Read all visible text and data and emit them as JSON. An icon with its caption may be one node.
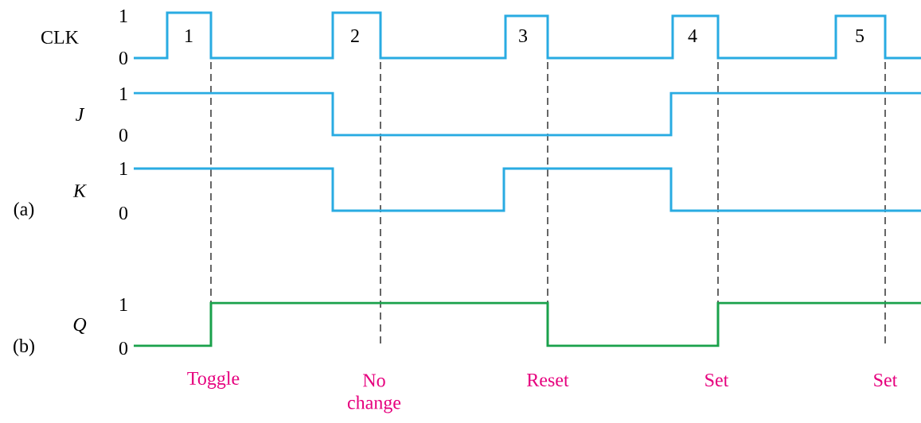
{
  "diagram": {
    "labels": [
      "1",
      "CLK",
      "1",
      "2",
      "3",
      "4",
      "5",
      "0",
      "1",
      "J",
      "0",
      "1",
      "(a)",
      "K",
      "0",
      "1",
      "Q",
      "(b)",
      "0",
      "Toggle",
      "No change",
      "Reset",
      "Set",
      "Set"
    ]
  }
}
